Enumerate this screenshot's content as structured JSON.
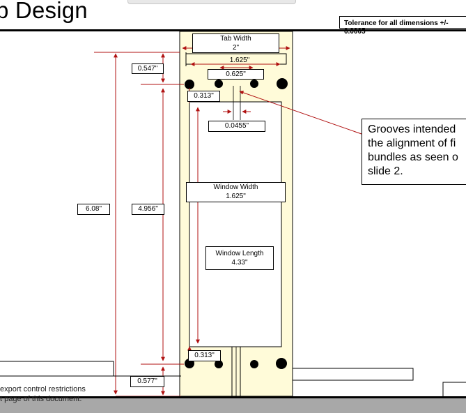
{
  "page_title": "b Design",
  "tolerance_note": {
    "line1": "Tolerance for all dimensions +/-",
    "line2": "0.0005"
  },
  "dimensions": {
    "tab_width": {
      "label": "Tab Width",
      "value": "2\""
    },
    "groove_span": "1.625\"",
    "groove_inner_span": "0.625\"",
    "top_offset": "0.547\"",
    "hole_offset_top": "0.313\"",
    "groove_width": "0.0455\"",
    "window_width": {
      "label": "Window Width",
      "value": "1.625\""
    },
    "total_length": "6.08\"",
    "inner_length": "4.956\"",
    "window_length": {
      "label": "Window Length",
      "value": "4.33\""
    },
    "hole_offset_bottom": "0.313\"",
    "bottom_offset": "0.577\""
  },
  "callout": {
    "lines": [
      "Grooves intended",
      "the alignment of fi",
      "bundles as seen o",
      "slide 2."
    ]
  },
  "footer": {
    "line1": "export control restrictions",
    "line2": "t page of this document."
  },
  "colors": {
    "tab_fill": "#fffbd9",
    "dimension_line": "#b01010",
    "background": "#ffffff"
  }
}
